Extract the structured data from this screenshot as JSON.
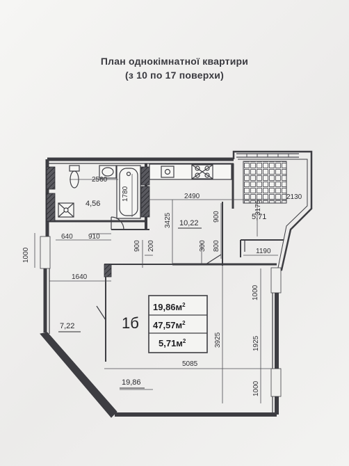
{
  "header": {
    "title_line1": "План однокімнатної квартири",
    "title_line2": "(з 10 по 17 поверхи)"
  },
  "apartment": {
    "label": "1б",
    "summary": {
      "row1_value": "19,86м",
      "row2_value": "47,57м",
      "row3_value": "5,71м",
      "unit_sup": "2"
    }
  },
  "rooms": {
    "bathroom_area": "4,56",
    "corridor_area": "10,22",
    "balcony_area": "5,71",
    "kitchen_area": "7,22",
    "living_area": "19,86"
  },
  "dimensions": {
    "d2560": "2560",
    "d1780": "1780",
    "d2490": "2490",
    "d3425": "3425",
    "d900_a": "900",
    "d3175": "3175",
    "d2130": "2130",
    "d640": "640",
    "d910": "910",
    "d1000_left": "1000",
    "d900_b": "900",
    "d200": "200",
    "d300": "300",
    "d800": "800",
    "d1190": "1190",
    "d1640": "1640",
    "d1000_right_top": "1000",
    "d3925": "3925",
    "d1925": "1925",
    "d5085": "5085",
    "d1000_right_bottom": "1000"
  },
  "colors": {
    "wall": "#3d3d42",
    "line": "#4a4a50",
    "paper": "#f1f1ef"
  }
}
